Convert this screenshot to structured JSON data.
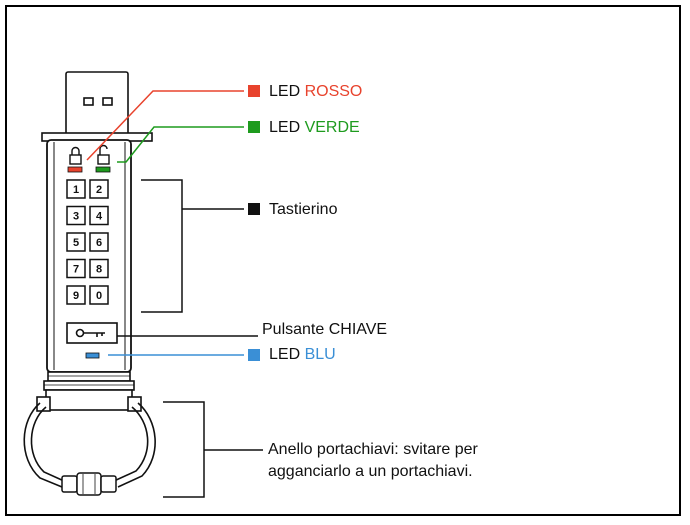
{
  "colors": {
    "red": "#e8432d",
    "green": "#1e9b1e",
    "blue": "#3a8fd6",
    "black": "#111111"
  },
  "keypad": {
    "keys": [
      "1",
      "2",
      "3",
      "4",
      "5",
      "6",
      "7",
      "8",
      "9",
      "0"
    ]
  },
  "labels": {
    "led_red": {
      "prefix": "LED",
      "color_word": "ROSSO"
    },
    "led_green": {
      "prefix": "LED",
      "color_word": "VERDE"
    },
    "keypad": "Tastierino",
    "key_button": "Pulsante CHIAVE",
    "led_blue": {
      "prefix": "LED",
      "color_word": "BLU"
    },
    "keyring_line1": "Anello portachiavi: svitare per",
    "keyring_line2": "agganciarlo a un portachiavi."
  }
}
